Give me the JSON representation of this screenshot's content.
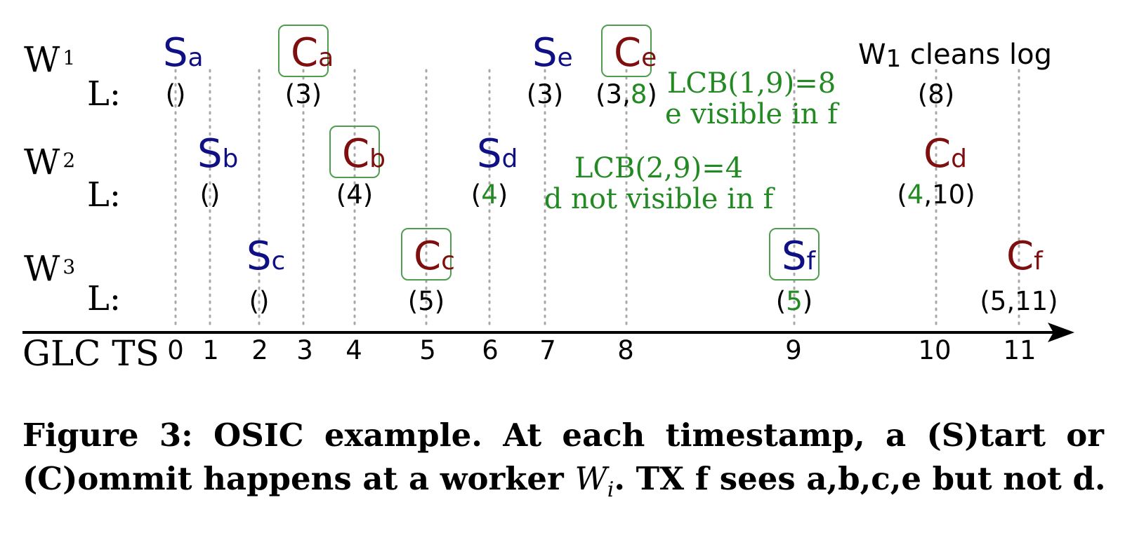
{
  "workers": [
    {
      "id": "w1",
      "name": "W",
      "sub": "1",
      "log_label": "L:"
    },
    {
      "id": "w2",
      "name": "W",
      "sub": "2",
      "log_label": "L:"
    },
    {
      "id": "w3",
      "name": "W",
      "sub": "3",
      "log_label": "L:"
    }
  ],
  "axis": {
    "label": "GLC TS",
    "ticks": [
      "0",
      "1",
      "2",
      "3",
      "4",
      "5",
      "6",
      "7",
      "8",
      "9",
      "10",
      "11"
    ]
  },
  "events": [
    {
      "id": "sa",
      "worker": 1,
      "ts": 0,
      "kind": "S",
      "tx": "a",
      "boxed": false,
      "log": [
        {
          "t": "()",
          "c": "black"
        }
      ]
    },
    {
      "id": "sb",
      "worker": 2,
      "ts": 1,
      "kind": "S",
      "tx": "b",
      "boxed": false,
      "log": [
        {
          "t": "()",
          "c": "black"
        }
      ]
    },
    {
      "id": "sc",
      "worker": 3,
      "ts": 2,
      "kind": "S",
      "tx": "c",
      "boxed": false,
      "log": [
        {
          "t": "()",
          "c": "black"
        }
      ]
    },
    {
      "id": "ca",
      "worker": 1,
      "ts": 3,
      "kind": "C",
      "tx": "a",
      "boxed": true,
      "log": [
        {
          "t": "(3)",
          "c": "black"
        }
      ]
    },
    {
      "id": "cb",
      "worker": 2,
      "ts": 4,
      "kind": "C",
      "tx": "b",
      "boxed": true,
      "log": [
        {
          "t": "(4)",
          "c": "black"
        }
      ]
    },
    {
      "id": "cc",
      "worker": 3,
      "ts": 5,
      "kind": "C",
      "tx": "c",
      "boxed": true,
      "log": [
        {
          "t": "(5)",
          "c": "black"
        }
      ]
    },
    {
      "id": "sd",
      "worker": 2,
      "ts": 6,
      "kind": "S",
      "tx": "d",
      "boxed": false,
      "log": [
        {
          "t": "(",
          "c": "black"
        },
        {
          "t": "4",
          "c": "green"
        },
        {
          "t": ")",
          "c": "black"
        }
      ]
    },
    {
      "id": "se",
      "worker": 1,
      "ts": 7,
      "kind": "S",
      "tx": "e",
      "boxed": false,
      "log": [
        {
          "t": "(3)",
          "c": "black"
        }
      ]
    },
    {
      "id": "ce",
      "worker": 1,
      "ts": 8,
      "kind": "C",
      "tx": "e",
      "boxed": true,
      "log": [
        {
          "t": "(3,",
          "c": "black"
        },
        {
          "t": "8",
          "c": "green"
        },
        {
          "t": ")",
          "c": "black"
        }
      ]
    },
    {
      "id": "sf",
      "worker": 3,
      "ts": 9,
      "kind": "S",
      "tx": "f",
      "boxed": true,
      "log": [
        {
          "t": "(",
          "c": "black"
        },
        {
          "t": "5",
          "c": "green"
        },
        {
          "t": ")",
          "c": "black"
        }
      ]
    },
    {
      "id": "cd",
      "worker": 2,
      "ts": 10,
      "kind": "C",
      "tx": "d",
      "boxed": false,
      "log": [
        {
          "t": "(",
          "c": "black"
        },
        {
          "t": "4",
          "c": "green"
        },
        {
          "t": ",10)",
          "c": "black"
        }
      ]
    },
    {
      "id": "cf",
      "worker": 3,
      "ts": 11,
      "kind": "C",
      "tx": "f",
      "boxed": false,
      "log": [
        {
          "t": "(5,11)",
          "c": "black"
        }
      ]
    }
  ],
  "annotations": {
    "lcb1_line1": "LCB(1,9)=8",
    "lcb1_line2": "e visible in f",
    "lcb2_line1": "LCB(2,9)=4",
    "lcb2_line2": "d not visible in f",
    "cleans_w": "W",
    "cleans_sub": "1",
    "cleans_rest": " cleans log",
    "cleans_log": "(8)"
  },
  "caption": {
    "line1": "Figure 3: OSIC example. At each timestamp, a (S)tart or",
    "line2_pre": "(C)ommit happens at a worker ",
    "line2_var": "W",
    "line2_sub": "i",
    "line2_post": ". TX f sees a,b,c,e but not d."
  },
  "colors": {
    "start": "#101085",
    "commit": "#7f0f0f",
    "green": "#238a23",
    "box": "#4f9e4f",
    "dotted": "#a8a8a8",
    "axis": "#000000"
  }
}
